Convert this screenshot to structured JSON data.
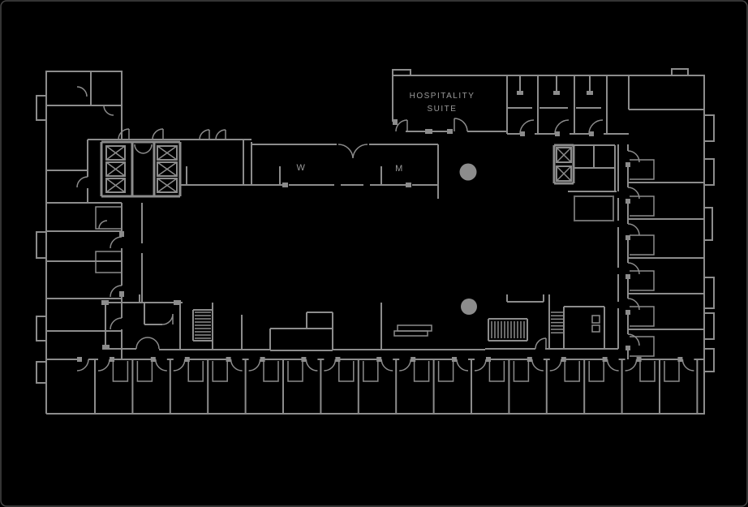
{
  "plan": {
    "hospitality_line1": "HOSPITALITY",
    "hospitality_line2": "SUITE",
    "restroom_women_label": "W",
    "restroom_men_label": "M"
  },
  "colors": {
    "background": "#000000",
    "canvas_border": "#454545",
    "wall": "#8c8c8c",
    "wall_dim": "#6e6e6e",
    "label_text": "#9a9a9a",
    "column_fill": "#8c8c8c"
  }
}
